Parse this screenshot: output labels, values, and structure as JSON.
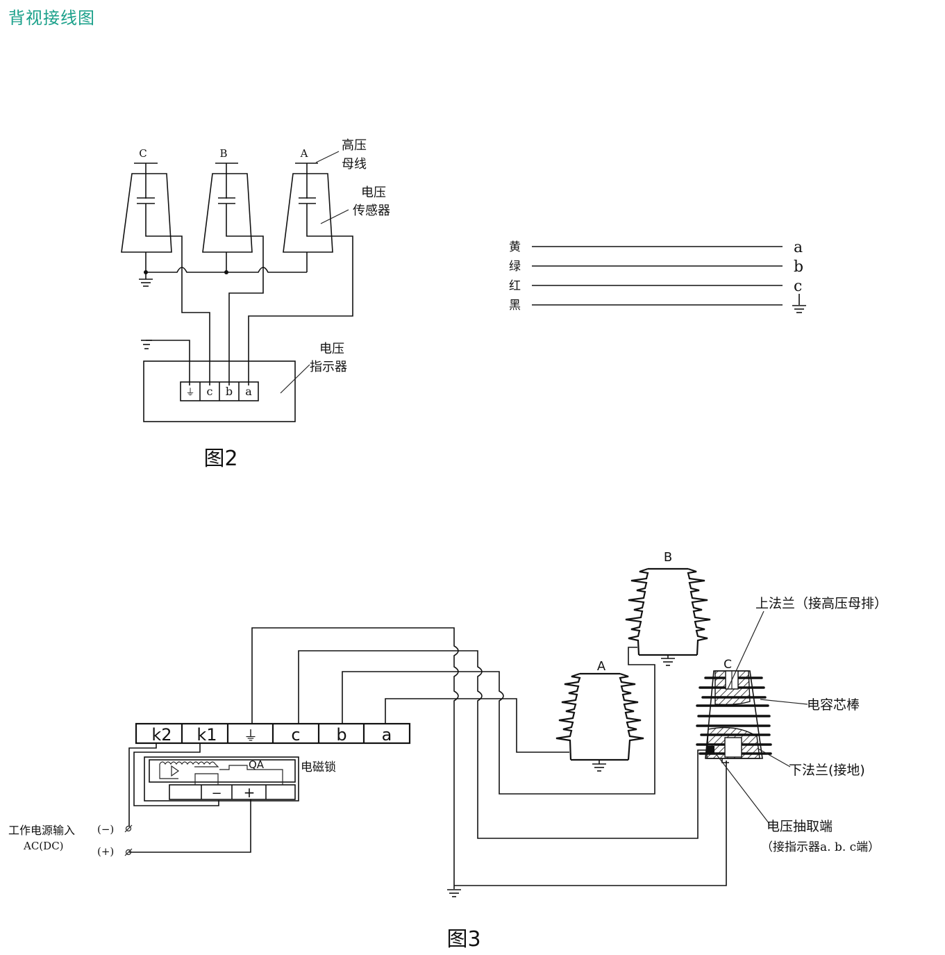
{
  "page_title": "背视接线图",
  "figure2": {
    "caption": "图2",
    "phases": [
      "C",
      "B",
      "A"
    ],
    "label_busbar": [
      "高压",
      "母线"
    ],
    "label_sensor": [
      "电压",
      "传感器"
    ],
    "label_indicator": [
      "电压",
      "指示器"
    ],
    "terminals": [
      "⏚",
      "c",
      "b",
      "a"
    ]
  },
  "color_legend": {
    "rows": [
      {
        "color_name": "黄",
        "terminal": "a"
      },
      {
        "color_name": "绿",
        "terminal": "b"
      },
      {
        "color_name": "红",
        "terminal": "c"
      },
      {
        "color_name": "黑",
        "terminal": "⏚"
      }
    ]
  },
  "figure3": {
    "caption": "图3",
    "terminals": [
      "k2",
      "k1",
      "⏚",
      "c",
      "b",
      "a"
    ],
    "lock_label": "电磁锁",
    "lock_switch": "QA",
    "lock_terminals": [
      "",
      "−",
      "+",
      ""
    ],
    "power_input_label": "工作电源输入",
    "power_input_sub": "AC(DC)",
    "power_minus": "(−)",
    "power_plus": "(+)",
    "insulators": [
      "A",
      "B",
      "C"
    ],
    "callouts": {
      "upper_flange": "上法兰（接高压母排）",
      "capacitor_core": "电容芯棒",
      "lower_flange": "下法兰(接地)",
      "voltage_tap": "电压抽取端",
      "voltage_tap_sub": "（接指示器a. b. c端）"
    }
  }
}
